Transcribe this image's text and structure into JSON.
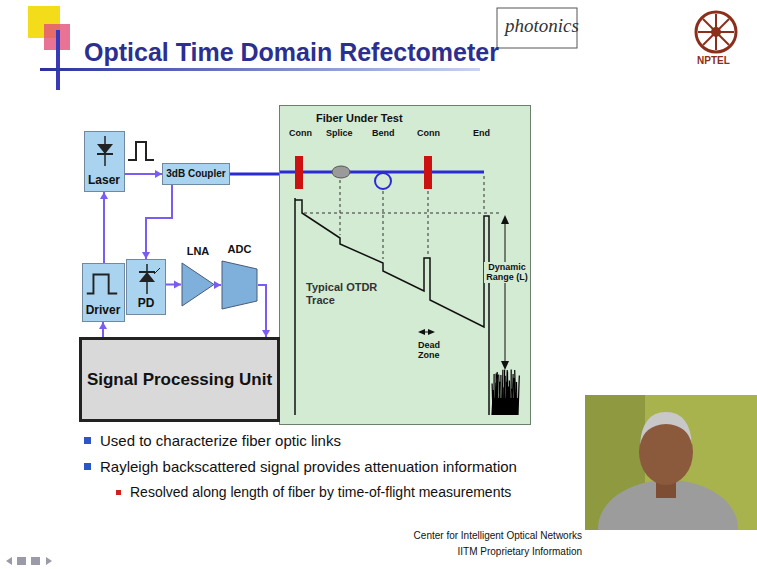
{
  "diagram": {
    "title": "Optical Time Domain Refectometer",
    "nodes": [
      {
        "text": [
          "Laser"
        ]
      },
      {
        "text": [
          "3dB Coupler"
        ]
      },
      {
        "text": [
          "Fiber Under Test"
        ]
      },
      {
        "text": [
          "Driver"
        ]
      },
      {
        "text": [
          "PD"
        ]
      },
      {
        "text": [
          "LNA"
        ]
      },
      {
        "text": [
          "ADC"
        ]
      },
      {
        "text": [
          "Signal Processing Unit"
        ]
      }
    ],
    "edges": [
      {
        "from": 0,
        "to": 1,
        "arrow": "to"
      },
      {
        "from": 1,
        "to": 2,
        "arrow": "none"
      },
      {
        "from": 3,
        "to": 0,
        "arrow": "to"
      },
      {
        "from": 1,
        "to": 4,
        "arrow": "to"
      },
      {
        "from": 4,
        "to": 5,
        "arrow": "to"
      },
      {
        "from": 5,
        "to": 6,
        "arrow": "to"
      },
      {
        "from": 6,
        "to": 7,
        "arrow": "to"
      },
      {
        "from": 7,
        "to": 3,
        "arrow": "to"
      }
    ],
    "labels": [
      "Conn",
      "Splice",
      "Bend",
      "Conn",
      "End",
      "Typical OTDR Trace",
      "Dead Zone",
      "Dynamic Range (L)",
      "Used to characterize fiber optic links",
      "Rayleigh backscattered signal provides attenuation information",
      "Resolved along length of fiber by time-of-flight measurements",
      "Center for Intelligent Optical Networks",
      "IITM Proprietary Information",
      "photonics",
      "NPTEL"
    ]
  }
}
